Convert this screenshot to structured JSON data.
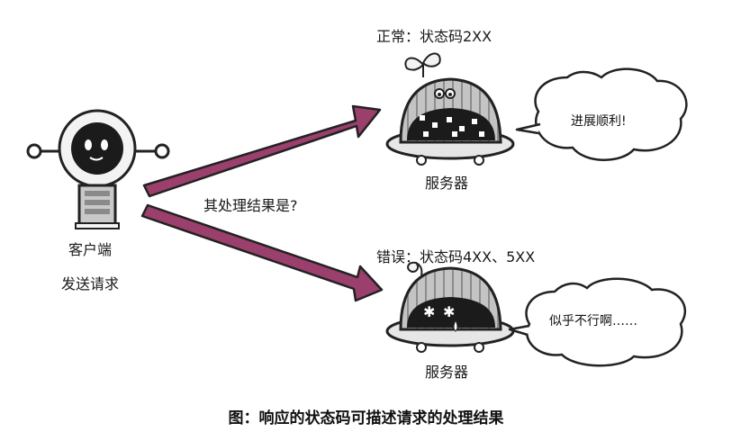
{
  "client": {
    "label_line1": "客户端",
    "label_line2": "发送请求"
  },
  "question": "其处理结果是?",
  "normal": {
    "status_label": "正常：状态码2XX",
    "server_label": "服务器",
    "speech": "进展顺利!"
  },
  "error": {
    "status_label": "错误：状态码4XX、5XX",
    "server_label": "服务器",
    "speech": "似乎不行啊……"
  },
  "caption": "图：响应的状态码可描述请求的处理结果",
  "colors": {
    "arrow_fill": "#9b3f6d",
    "arrow_outline": "#222222",
    "dome_fill": "#bdbdbd",
    "screen_fill": "#1b1b1b",
    "base_fill": "#e6e6e6"
  }
}
